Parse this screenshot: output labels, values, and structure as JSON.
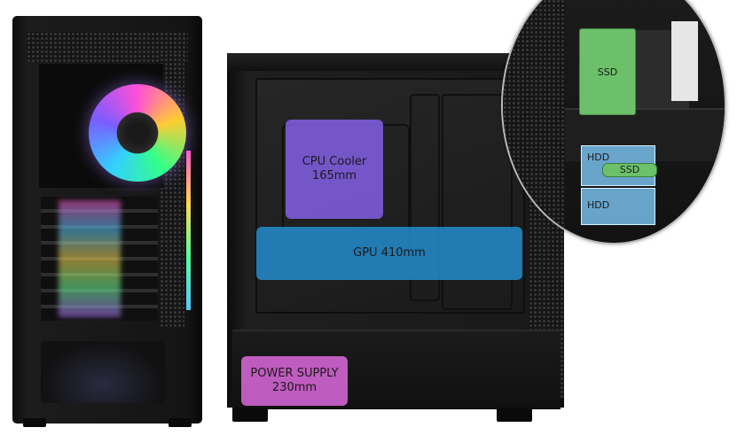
{
  "labels": {
    "cpu_cooler": "CPU Cooler\n165mm",
    "gpu": "GPU 410mm",
    "power_supply": "POWER SUPPLY\n230mm",
    "ssd_top": "SSD",
    "hdd_top": "HDD",
    "ssd_small": "SSD",
    "hdd_bottom": "HDD"
  },
  "colors": {
    "cpu_box": "#825fe6",
    "gpu_box": "#238ccd",
    "psu_box": "#d264d2",
    "ssd_box": "#6cc06a",
    "hdd_box": "#78beeb",
    "case": "#1a1a1a"
  }
}
